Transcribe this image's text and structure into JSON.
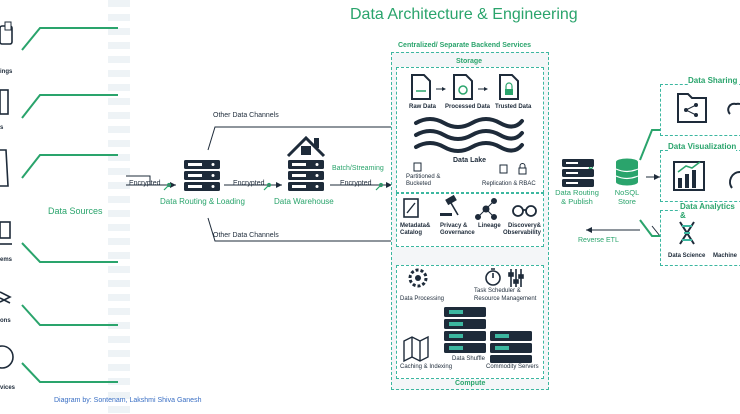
{
  "title": "Data Architecture & Engineering",
  "credit": "Diagram by: Sontenam, Lakshmi Shiva Ganesh",
  "sources": {
    "label": "Data Sources",
    "items": [
      "ings",
      "s",
      "",
      "ems",
      "ons",
      "vices"
    ]
  },
  "flow": {
    "encrypted_1": "Encrypted",
    "encrypted_2": "Encrypted",
    "encrypted_3": "Encrypted",
    "routing_loading": "Data Routing & Loading",
    "warehouse": "Data Warehouse",
    "batch_streaming": "Batch/Streaming",
    "other_channels_top": "Other Data Channels",
    "other_channels_bottom": "Other Data Channels",
    "routing_publish_1": "Data Routing",
    "routing_publish_2": "& Publish",
    "nosql_1": "NoSQL",
    "nosql_2": "Store",
    "reverse_etl": "Reverse ETL"
  },
  "backend": {
    "title": "Centralized/ Separate  Backend Services",
    "storage": {
      "label": "Storage",
      "raw": "Raw Data",
      "processed": "Processed Data",
      "trusted": "Trusted Data",
      "lake": "Data Lake",
      "partitioned_1": "Partitioned &",
      "partitioned_2": "Bucketed",
      "replication": "Replication & RBAC"
    },
    "governance": {
      "metadata_1": "Metadata&",
      "metadata_2": "Catalog",
      "privacy_1": "Privacy &",
      "privacy_2": "Governance",
      "lineage": "Lineage",
      "discovery_1": "Discovery&",
      "discovery_2": "Observability"
    },
    "compute": {
      "label": "Compute",
      "processing": "Data Processing",
      "scheduler_1": "Task Scheduler &",
      "scheduler_2": "Resource Management",
      "caching": "Caching & Indexing",
      "shuffle": "Data Shuffle",
      "commodity": "Commodity Servers"
    }
  },
  "consumers": {
    "sharing": "Data Sharing",
    "visualization": "Data Visualization",
    "analytics": "Data Analytics &",
    "science": "Data Science",
    "machine": "Machine"
  },
  "colors": {
    "accent": "#2aa46c",
    "dark": "#1e2b3a",
    "teal": "#3cb7a0"
  }
}
